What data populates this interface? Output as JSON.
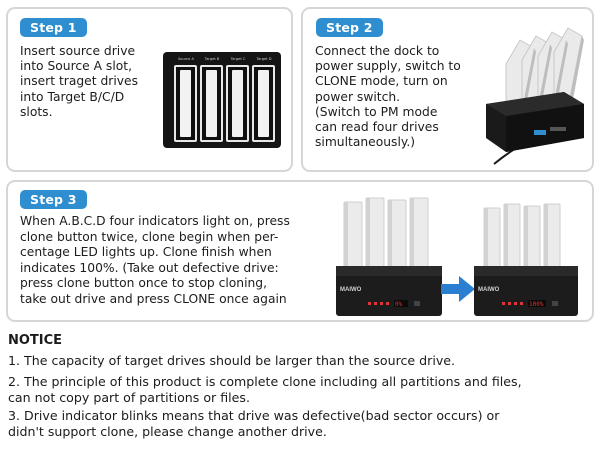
{
  "step1": {
    "badge": "Step 1",
    "text": "Insert source drive\ninto Source A slot,\ninsert traget drives\ninto Target B/C/D\nslots.",
    "slot_labels": [
      "Source A",
      "Target B",
      "Target C",
      "Target D"
    ]
  },
  "step2": {
    "badge": "Step 2",
    "text": "Connect the dock to\npower supply, switch to\nCLONE mode, turn on\npower switch.\n(Switch to PM mode\ncan read four drives\nsimultaneously.)"
  },
  "step3": {
    "badge": "Step 3",
    "text": "When A.B.C.D four indicators light on, press\nclone button twice, clone begin when per-\ncentage LED lights up. Clone finish when\nindicates 100%. (Take out defective drive:\npress clone button once to stop cloning,\ntake out drive and press CLONE once again",
    "brand_left": "MAIWO",
    "brand_right": "MAIWO"
  },
  "notice": {
    "title": "NOTICE",
    "items": [
      "1. The capacity of target drives should be larger than the source drive.",
      "2. The principle of this product is complete clone including all partitions and files,\ncan not copy part of partitions or files.",
      "3. Drive indicator blinks means that drive was defective(bad sector occurs) or\ndidn't support clone, please change another drive."
    ]
  },
  "colors": {
    "badge_blue": "#2f8ed0",
    "card_border": "#d6d6d6",
    "dock_black": "#141414",
    "led_red": "#e23434",
    "arrow_blue": "#2a7fd0"
  }
}
